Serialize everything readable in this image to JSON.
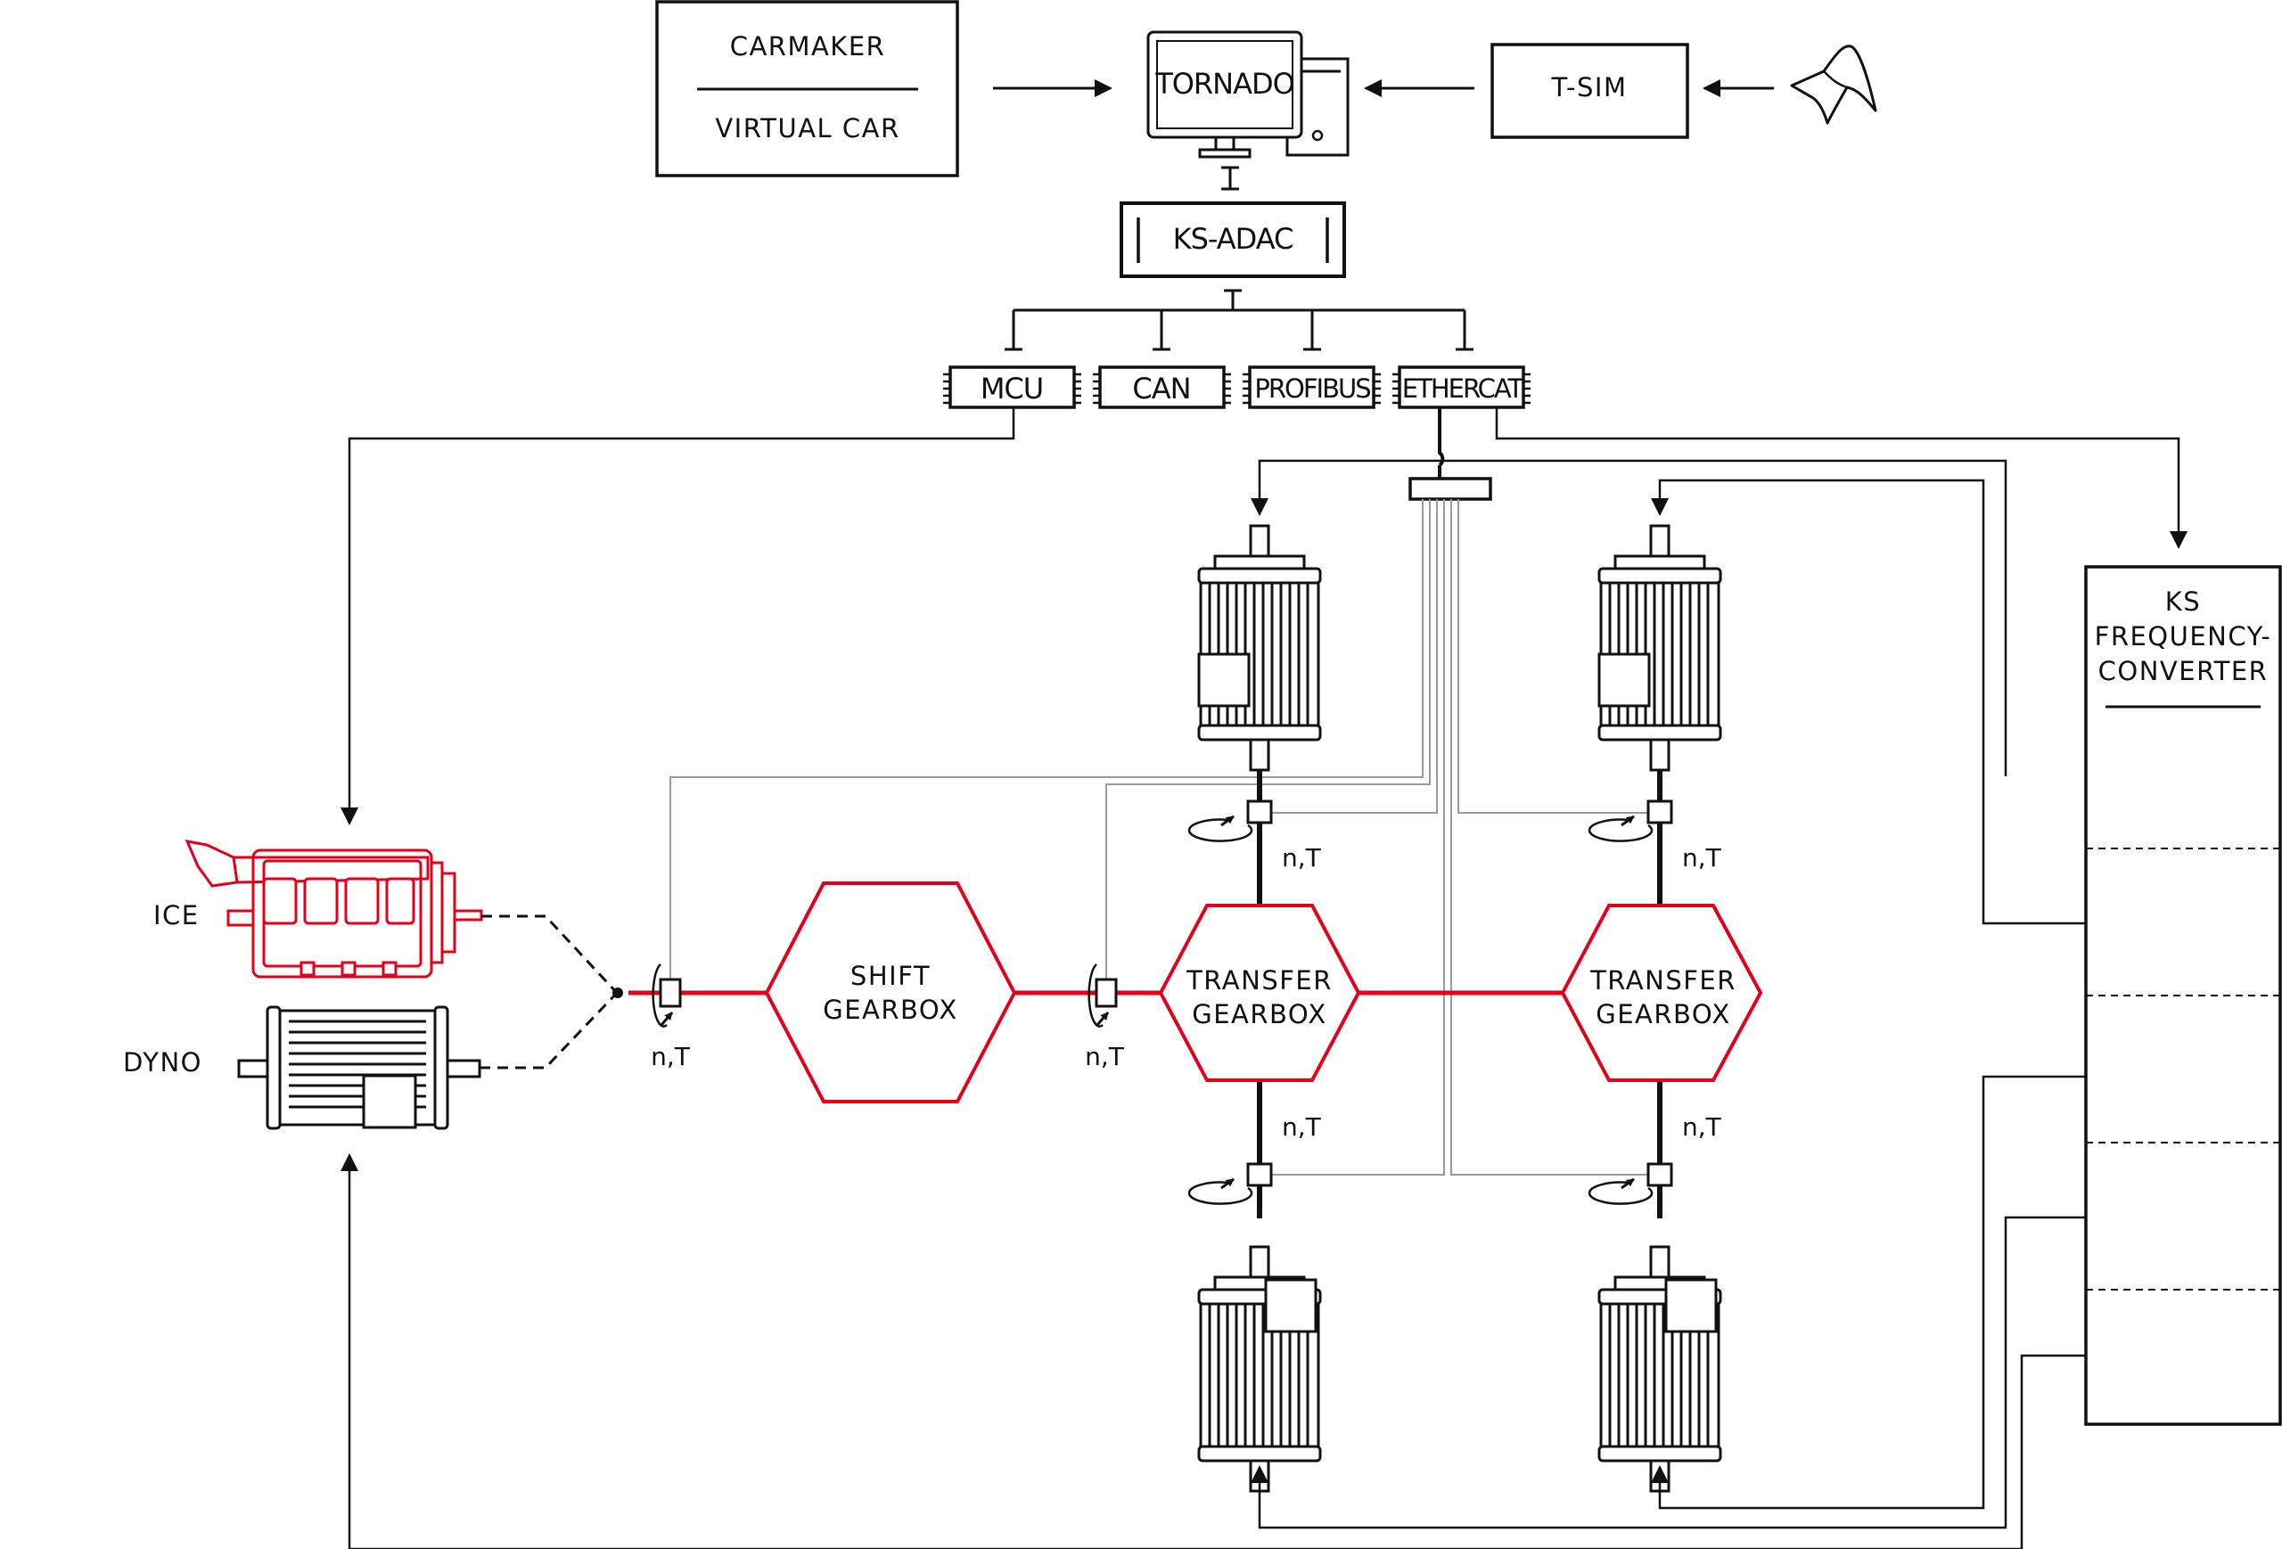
{
  "colors": {
    "accent_red": "#e2001a",
    "line": "#111111",
    "signal_grey": "#9a9a9a"
  },
  "icons": {
    "matlab": "matlab-logo-icon",
    "pc": "computer-workstation-icon",
    "motor": "electric-motor-icon",
    "engine": "combustion-engine-icon",
    "dyno": "dynamometer-icon"
  },
  "top": {
    "carmaker": "CARMAKER",
    "virtual_car": "VIRTUAL CAR",
    "tornado": "TORNADO",
    "tsim": "T-SIM",
    "ksadac": "KS-ADAC"
  },
  "bus": {
    "mcu": "MCU",
    "can": "CAN",
    "profibus": "PROFIBUS",
    "ethercat": "ETHERCAT"
  },
  "freq_converter": {
    "line1": "KS",
    "line2": "FREQUENCY-",
    "line3": "CONVERTER"
  },
  "powertrain": {
    "ice": "ICE",
    "dyno": "DYNO",
    "shift_gearbox_1": "SHIFT",
    "shift_gearbox_2": "GEARBOX",
    "transfer_1_1": "TRANSFER",
    "transfer_1_2": "GEARBOX",
    "transfer_2_1": "TRANSFER",
    "transfer_2_2": "GEARBOX"
  },
  "sensors": {
    "nt_input": "n,T",
    "nt_shift_out": "n,T",
    "nt_tf1_top": "n,T",
    "nt_tf1_bottom": "n,T",
    "nt_tf2_top": "n,T",
    "nt_tf2_bottom": "n,T"
  }
}
